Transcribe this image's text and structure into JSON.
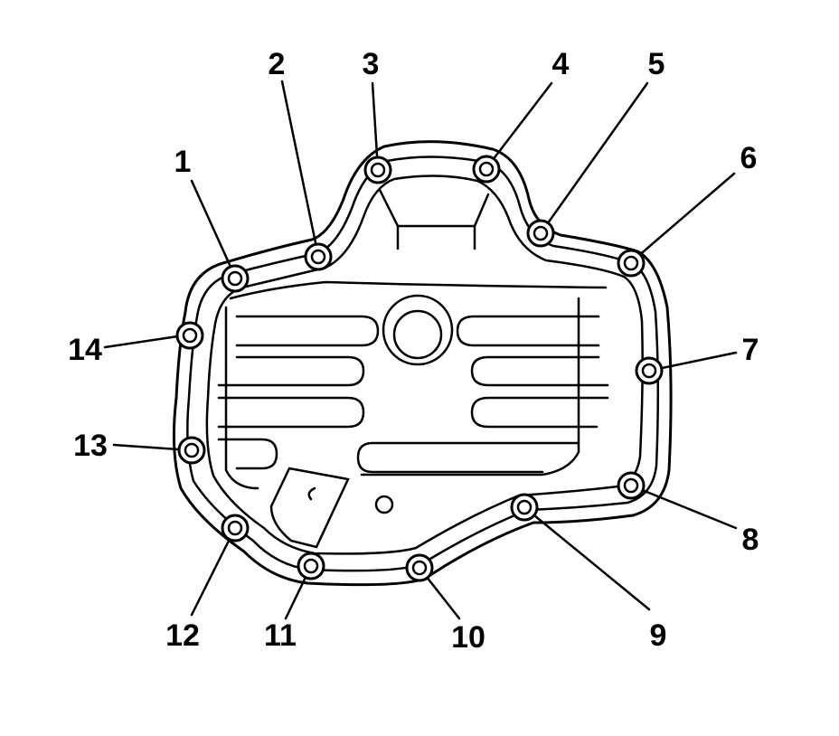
{
  "diagram": {
    "bolts": [
      {
        "label": "1"
      },
      {
        "label": "2"
      },
      {
        "label": "3"
      },
      {
        "label": "4"
      },
      {
        "label": "5"
      },
      {
        "label": "6"
      },
      {
        "label": "7"
      },
      {
        "label": "8"
      },
      {
        "label": "9"
      },
      {
        "label": "10"
      },
      {
        "label": "11"
      },
      {
        "label": "12"
      },
      {
        "label": "13"
      },
      {
        "label": "14"
      }
    ]
  }
}
